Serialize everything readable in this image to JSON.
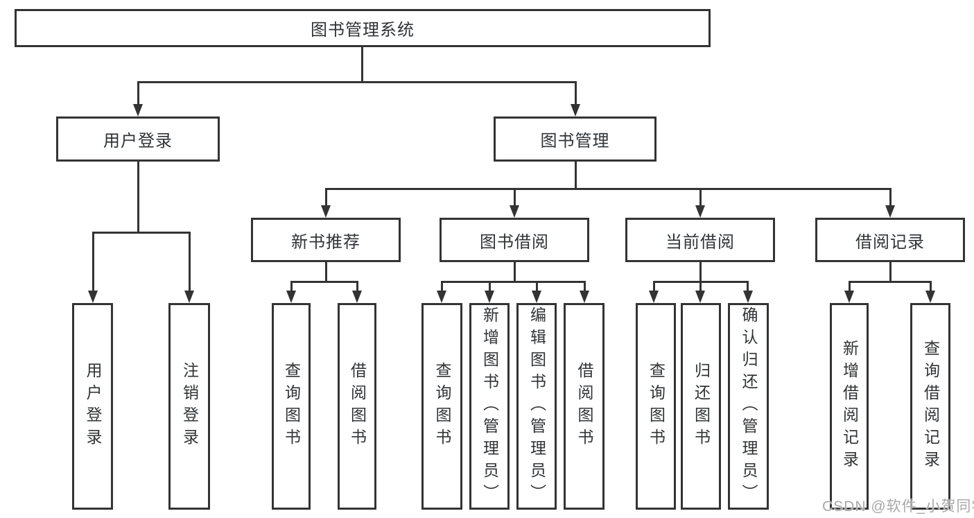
{
  "diagram": {
    "root": "图书管理系统",
    "level2": {
      "user_login": "用户登录",
      "book_mgmt": "图书管理"
    },
    "level3": {
      "new_book_rec": "新书推荐",
      "book_borrowing": "图书借阅",
      "current_borrowing": "当前借阅",
      "borrowing_records": "借阅记录"
    },
    "leaves_user_login": [
      "用户登录",
      "注销登录"
    ],
    "leaves_new_book_rec": [
      "查询图书",
      "借阅图书"
    ],
    "leaves_book_borrowing": [
      "查询图书",
      "新增图书（管理员）",
      "编辑图书（管理员）",
      "借阅图书"
    ],
    "leaves_current_borrowing": [
      "查询图书",
      "归还图书",
      "确认归还（管理员）"
    ],
    "leaves_borrowing_records": [
      "新增借阅记录",
      "查询借阅记录"
    ]
  },
  "watermark": "CSDN @软件_小贺同学",
  "colors": {
    "line": "#333333",
    "text": "#2f3337",
    "watermark": "#a8a8a8",
    "background": "#ffffff"
  }
}
